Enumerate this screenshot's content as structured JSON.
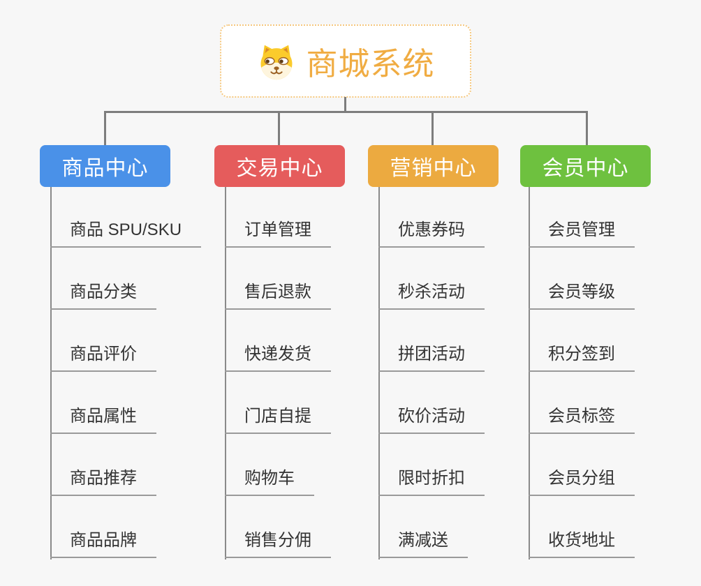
{
  "root": {
    "title": "商城系统",
    "icon": "dog-face-icon",
    "text_color": "#f0ac42",
    "border_color": "#f5c77d"
  },
  "connectors": {
    "color": "#7d7d7d",
    "child_line_color": "#8a8a8a",
    "underline_color": "#9a9a9a"
  },
  "branches": [
    {
      "label": "商品中心",
      "color": "#4a91e8",
      "items": [
        "商品 SPU/SKU",
        "商品分类",
        "商品评价",
        "商品属性",
        "商品推荐",
        "商品品牌"
      ]
    },
    {
      "label": "交易中心",
      "color": "#e55c5c",
      "items": [
        "订单管理",
        "售后退款",
        "快递发货",
        "门店自提",
        "购物车",
        "销售分佣"
      ]
    },
    {
      "label": "营销中心",
      "color": "#ecaa40",
      "items": [
        "优惠券码",
        "秒杀活动",
        "拼团活动",
        "砍价活动",
        "限时折扣",
        "满减送"
      ]
    },
    {
      "label": "会员中心",
      "color": "#6ec13f",
      "items": [
        "会员管理",
        "会员等级",
        "积分签到",
        "会员标签",
        "会员分组",
        "收货地址"
      ]
    }
  ]
}
